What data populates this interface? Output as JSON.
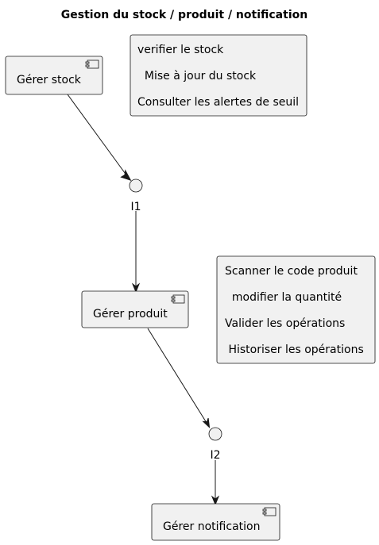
{
  "diagram": {
    "title": "Gestion du stock / produit / notification",
    "components": [
      {
        "id": "stock",
        "label": "Gérer stock"
      },
      {
        "id": "produit",
        "label": "Gérer produit"
      },
      {
        "id": "notification",
        "label": "Gérer notification"
      }
    ],
    "interfaces": [
      {
        "id": "I1",
        "label": "I1"
      },
      {
        "id": "I2",
        "label": "I2"
      }
    ],
    "notes": [
      {
        "id": "note-stock",
        "lines": [
          "verifier le stock",
          "  Mise à jour du stock",
          "Consulter les alertes de seuil"
        ]
      },
      {
        "id": "note-produit",
        "lines": [
          "Scanner le code produit",
          "  modifier la quantité",
          "Valider les opérations",
          " Historiser les opérations"
        ]
      }
    ],
    "edges": [
      {
        "from": "stock",
        "to": "I1"
      },
      {
        "from": "I1",
        "to": "produit"
      },
      {
        "from": "produit",
        "to": "I2"
      },
      {
        "from": "I2",
        "to": "notification"
      }
    ]
  },
  "colors": {
    "node_fill": "#f1f1f1",
    "node_stroke": "#181818",
    "edge": "#181818",
    "text": "#000000"
  }
}
